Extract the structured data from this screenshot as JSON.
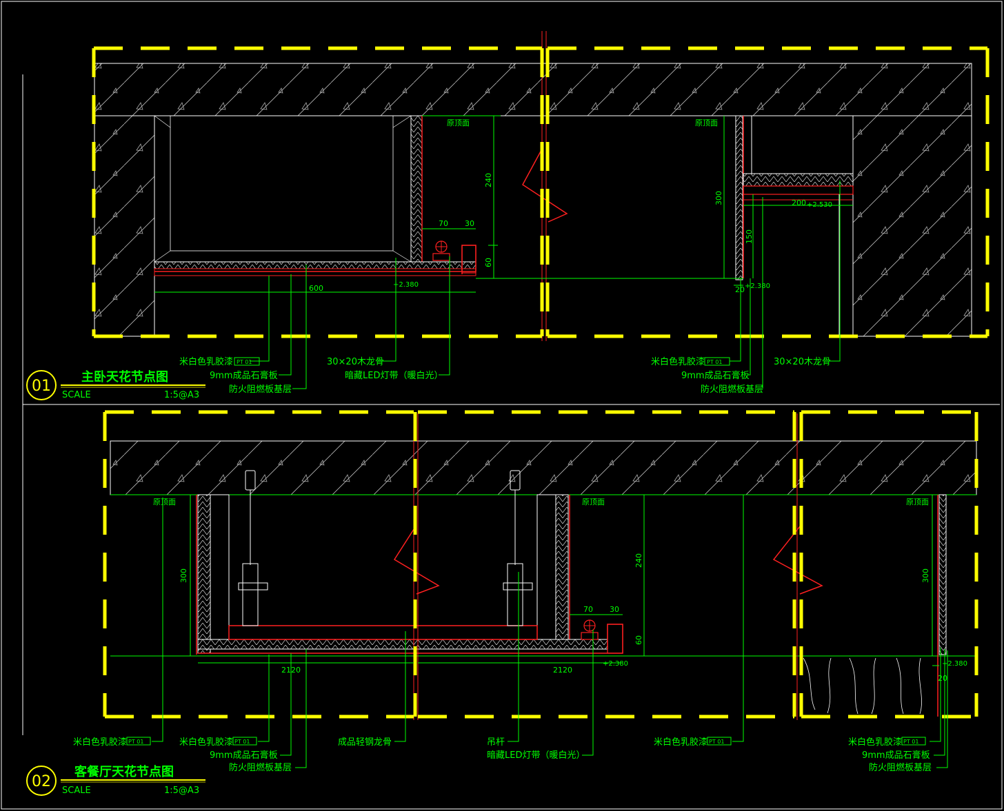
{
  "colors": {
    "background": "#000000",
    "frame": "#ffff00",
    "dimension": "#00ff00",
    "linework": "#ffffff",
    "finish": "#ff2020",
    "hatch": "#ffffff",
    "title": "#00ff00"
  },
  "details": [
    {
      "number": "01",
      "title": "主卧天花节点图",
      "scale_label": "SCALE",
      "scale_value": "1:5@A3",
      "ceiling_label_left": "原顶面",
      "ceiling_label_right": "原顶面",
      "dims": {
        "d240": "240",
        "d60": "60",
        "d70": "70",
        "d30": "30",
        "d600": "600",
        "lvl_left": "+2.380",
        "d300": "300",
        "d150": "150",
        "d200": "200",
        "lvl_top": "+2.530",
        "d20": "20",
        "lvl_right": "+2.380"
      },
      "notes": {
        "n1": "米白色乳胶漆",
        "n2": "9mm成品石膏板",
        "n3": "防火阻燃板基层",
        "n4": "30×20木龙骨",
        "n5": "暗藏LED灯带（暖白光）",
        "n6": "米白色乳胶漆",
        "n7": "9mm成品石膏板",
        "n8": "防火阻燃板基层",
        "n9": "30×20木龙骨"
      },
      "tags": {
        "t1": "PT 01",
        "t2": "PT 01"
      }
    },
    {
      "number": "02",
      "title": "客餐厅天花节点图",
      "scale_label": "SCALE",
      "scale_value": "1:5@A3",
      "ceiling_label_a": "原顶面",
      "ceiling_label_b": "原顶面",
      "ceiling_label_c": "原顶面",
      "dims": {
        "d300a": "300",
        "d2120a": "2120",
        "d2120b": "2120",
        "d240": "240",
        "d60": "60",
        "d70": "70",
        "d30": "30",
        "lvl_mid": "+2.380",
        "d300b": "300",
        "lvl_right": "+2.380",
        "d20": "20"
      },
      "notes": {
        "n1": "米白色乳胶漆",
        "n2": "米白色乳胶漆",
        "n3": "9mm成品石膏板",
        "n4": "防火阻燃板基层",
        "n5": "成品轻钢龙骨",
        "n6": "吊杆",
        "n7": "暗藏LED灯带（暖白光）",
        "n8": "米白色乳胶漆",
        "n9": "米白色乳胶漆",
        "n10": "9mm成品石膏板",
        "n11": "防火阻燃板基层"
      },
      "tags": {
        "t1": "PT 01",
        "t2": "PT 01",
        "t3": "PT 01",
        "t4": "PT 01"
      }
    }
  ]
}
